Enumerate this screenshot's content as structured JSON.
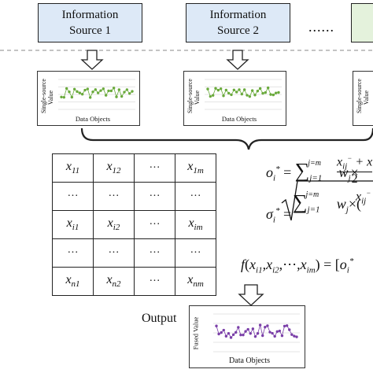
{
  "sources": [
    {
      "line1": "Information",
      "line2": "Source 1"
    },
    {
      "line1": "Information",
      "line2": "Source 2"
    },
    {
      "line1": "",
      "line2": ""
    }
  ],
  "ellipsis": "......",
  "mini_chart": {
    "ylabel_line1": "Single-source",
    "ylabel_line2": "Value",
    "xlabel": "Data Objects",
    "color": "#6aaa3c"
  },
  "output_chart": {
    "ylabel": "Fused Value",
    "xlabel": "Data Objects",
    "color": "#7a3fa8"
  },
  "output_label": "Output",
  "matrix": [
    [
      {
        "b": "x",
        "s": "11"
      },
      {
        "b": "x",
        "s": "12"
      },
      {
        "t": "···"
      },
      {
        "b": "x",
        "s": "1m"
      }
    ],
    [
      {
        "t": "···"
      },
      {
        "t": "···"
      },
      {
        "t": "···"
      },
      {
        "t": "···"
      }
    ],
    [
      {
        "b": "x",
        "s": "i1"
      },
      {
        "b": "x",
        "s": "i2"
      },
      {
        "t": "···"
      },
      {
        "b": "x",
        "s": "im"
      }
    ],
    [
      {
        "t": "···"
      },
      {
        "t": "···"
      },
      {
        "t": "···"
      },
      {
        "t": "···"
      }
    ],
    [
      {
        "b": "x",
        "s": "n1"
      },
      {
        "b": "x",
        "s": "n2"
      },
      {
        "t": "···"
      },
      {
        "b": "x",
        "s": "nm"
      }
    ]
  ],
  "colors": {
    "source_blue": "#dde9f7",
    "source_border": "#222222",
    "source_green": "#e4f2dc"
  }
}
